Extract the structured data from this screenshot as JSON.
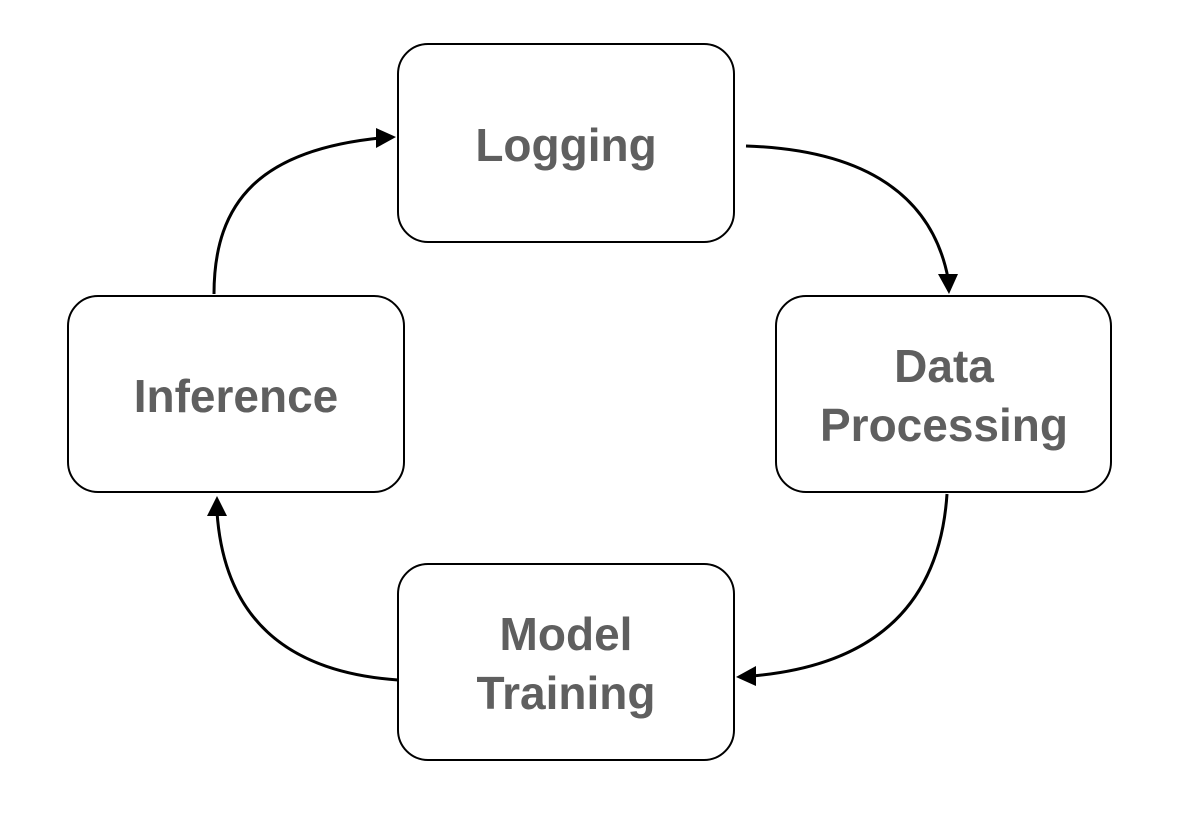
{
  "nodes": [
    {
      "id": "logging",
      "lines": [
        "Logging"
      ]
    },
    {
      "id": "data-processing",
      "lines": [
        "Data",
        "Processing"
      ]
    },
    {
      "id": "model-training",
      "lines": [
        "Model",
        "Training"
      ]
    },
    {
      "id": "inference",
      "lines": [
        "Inference"
      ]
    }
  ],
  "edges": [
    {
      "from": "logging",
      "to": "data-processing"
    },
    {
      "from": "data-processing",
      "to": "model-training"
    },
    {
      "from": "model-training",
      "to": "inference"
    },
    {
      "from": "inference",
      "to": "logging"
    }
  ],
  "colors": {
    "box_stroke": "#000000",
    "box_fill": "#ffffff",
    "label_text": "#5f5f5f",
    "arrow": "#000000"
  }
}
